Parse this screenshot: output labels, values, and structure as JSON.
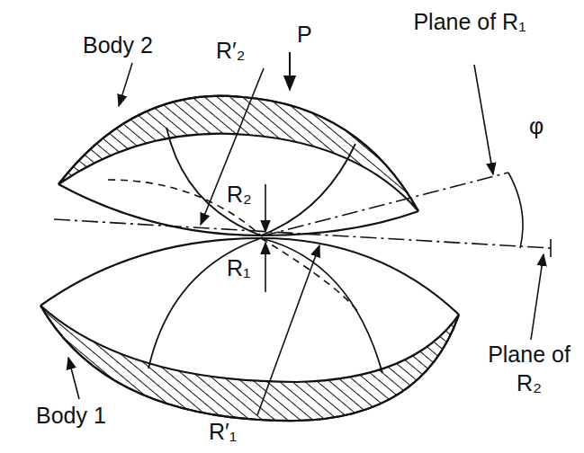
{
  "diagram": {
    "labels": [
      "Body 2",
      "R′₂",
      "P",
      "Plane of R₁",
      "φ",
      "R₂",
      "R₁",
      "Body 1",
      "R′₁",
      "Plane of R₂"
    ]
  }
}
